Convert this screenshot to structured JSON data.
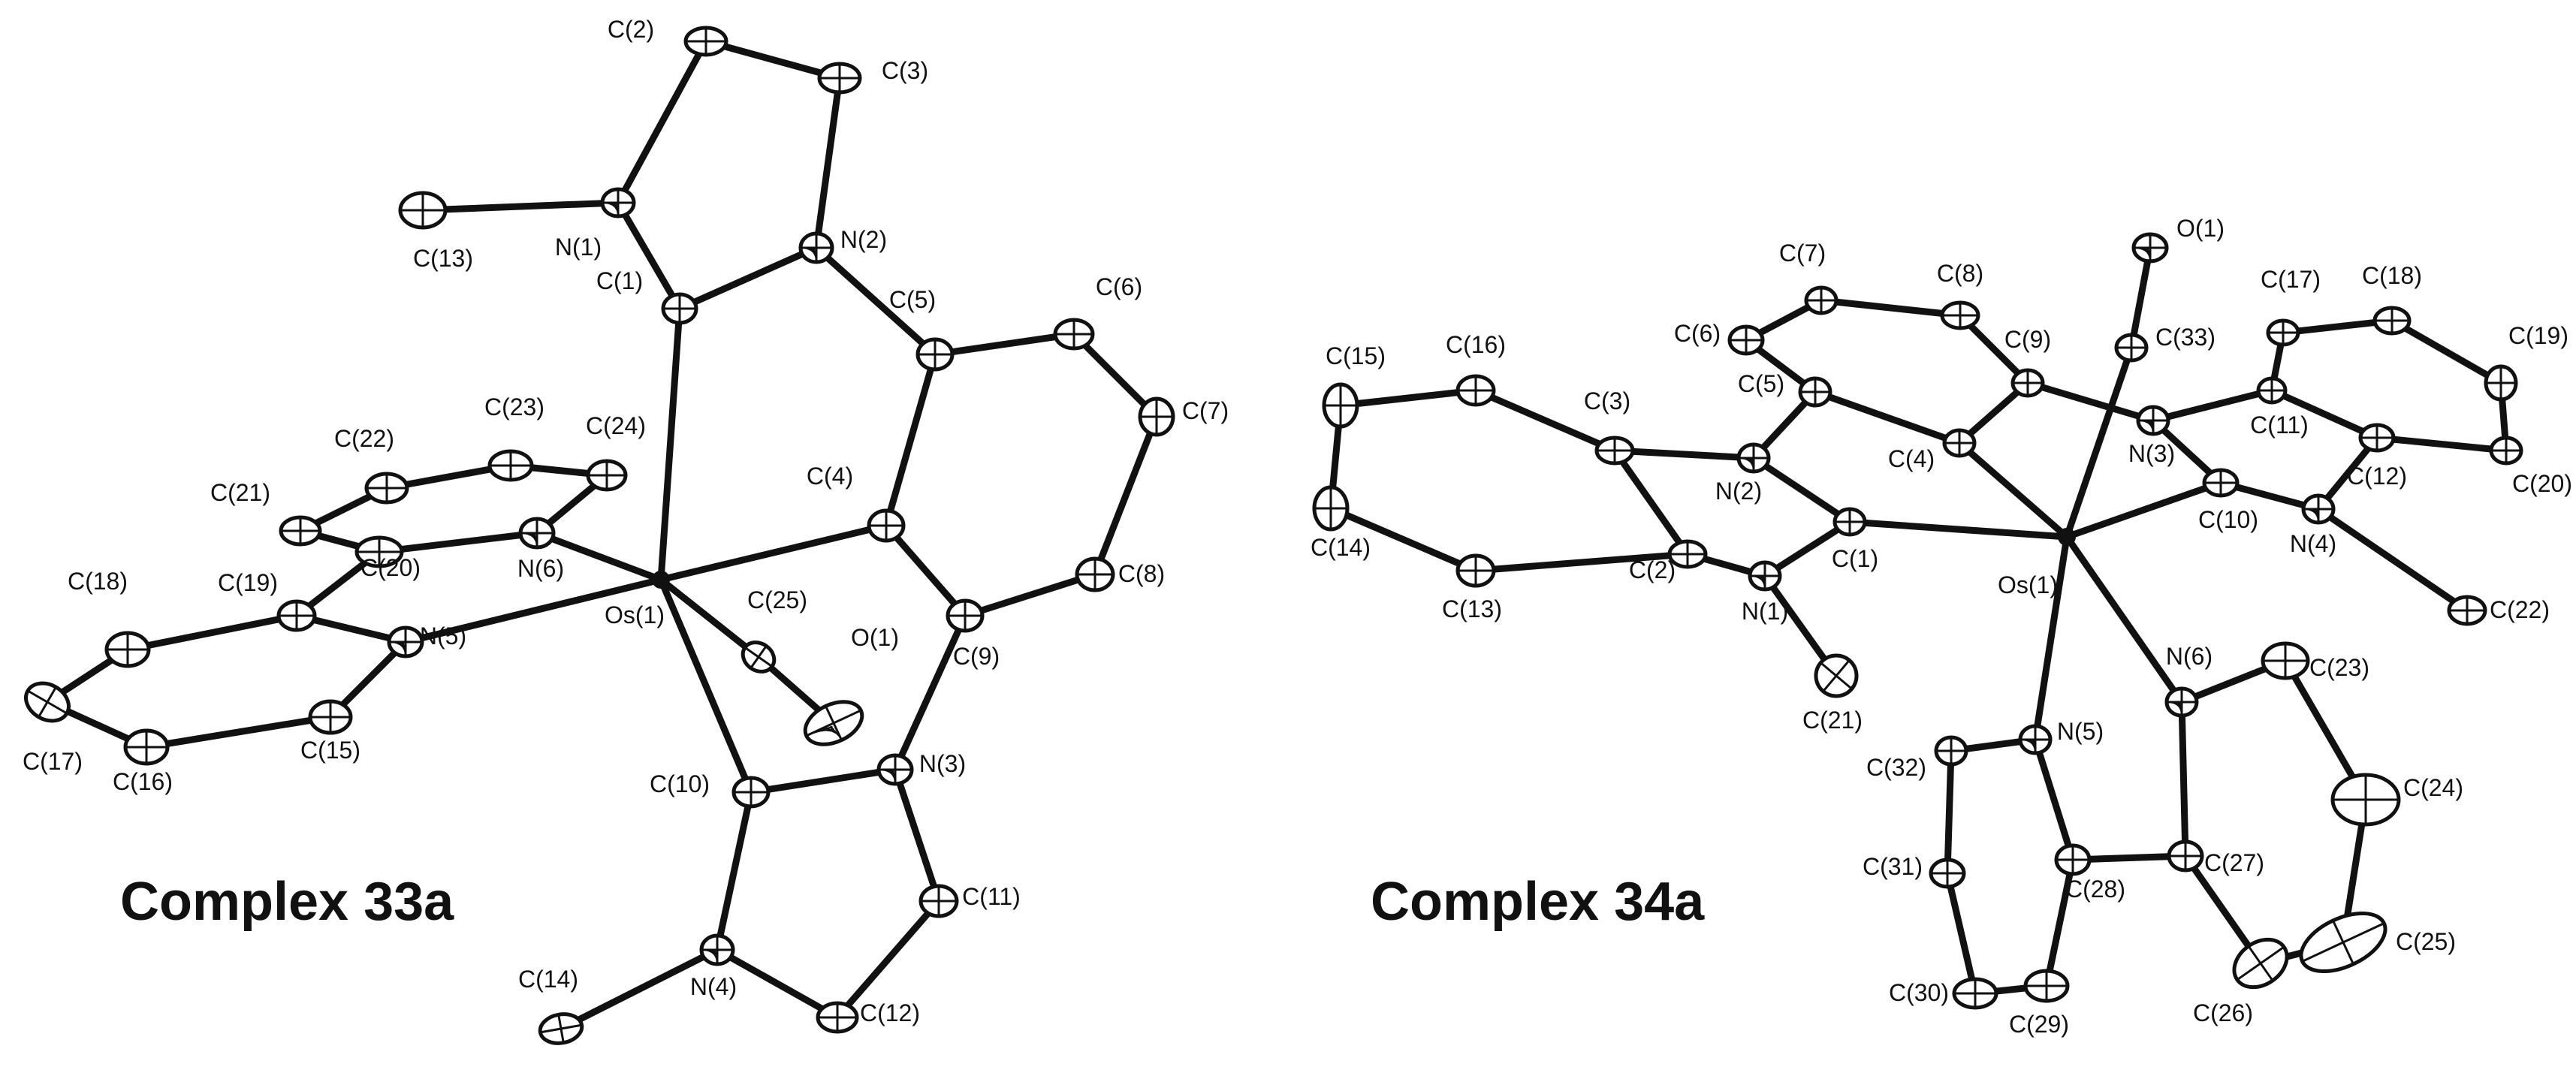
{
  "complexes": [
    {
      "title": "Complex 33a",
      "atoms": [
        {
          "id": "Os1",
          "label": "Os(1)",
          "kind": "metal"
        },
        {
          "id": "C1",
          "label": "C(1)"
        },
        {
          "id": "C2",
          "label": "C(2)"
        },
        {
          "id": "C3",
          "label": "C(3)"
        },
        {
          "id": "C4",
          "label": "C(4)"
        },
        {
          "id": "C5",
          "label": "C(5)"
        },
        {
          "id": "C6",
          "label": "C(6)"
        },
        {
          "id": "C7",
          "label": "C(7)"
        },
        {
          "id": "C8",
          "label": "C(8)"
        },
        {
          "id": "C9",
          "label": "C(9)"
        },
        {
          "id": "C10",
          "label": "C(10)"
        },
        {
          "id": "C11",
          "label": "C(11)"
        },
        {
          "id": "C12",
          "label": "C(12)"
        },
        {
          "id": "C13",
          "label": "C(13)"
        },
        {
          "id": "C14",
          "label": "C(14)"
        },
        {
          "id": "C15",
          "label": "C(15)"
        },
        {
          "id": "C16",
          "label": "C(16)"
        },
        {
          "id": "C17",
          "label": "C(17)"
        },
        {
          "id": "C18",
          "label": "C(18)"
        },
        {
          "id": "C19",
          "label": "C(19)"
        },
        {
          "id": "C20",
          "label": "C(20)"
        },
        {
          "id": "C21",
          "label": "C(21)"
        },
        {
          "id": "C22",
          "label": "C(22)"
        },
        {
          "id": "C23",
          "label": "C(23)"
        },
        {
          "id": "C24",
          "label": "C(24)"
        },
        {
          "id": "C25",
          "label": "C(25)"
        },
        {
          "id": "N1",
          "label": "N(1)",
          "kind": "N"
        },
        {
          "id": "N2",
          "label": "N(2)",
          "kind": "N"
        },
        {
          "id": "N3",
          "label": "N(3)",
          "kind": "N"
        },
        {
          "id": "N4",
          "label": "N(4)",
          "kind": "N"
        },
        {
          "id": "N5",
          "label": "N(5)",
          "kind": "N"
        },
        {
          "id": "N6",
          "label": "N(6)",
          "kind": "N"
        },
        {
          "id": "O1",
          "label": "O(1)",
          "kind": "O"
        }
      ]
    },
    {
      "title": "Complex 34a",
      "atoms": [
        {
          "id": "Os1",
          "label": "Os(1)",
          "kind": "metal"
        },
        {
          "id": "C1",
          "label": "C(1)"
        },
        {
          "id": "C2",
          "label": "C(2)"
        },
        {
          "id": "C3",
          "label": "C(3)"
        },
        {
          "id": "C4",
          "label": "C(4)"
        },
        {
          "id": "C5",
          "label": "C(5)"
        },
        {
          "id": "C6",
          "label": "C(6)"
        },
        {
          "id": "C7",
          "label": "C(7)"
        },
        {
          "id": "C8",
          "label": "C(8)"
        },
        {
          "id": "C9",
          "label": "C(9)"
        },
        {
          "id": "C10",
          "label": "C(10)"
        },
        {
          "id": "C11",
          "label": "C(11)"
        },
        {
          "id": "C12",
          "label": "C(12)"
        },
        {
          "id": "C13",
          "label": "C(13)"
        },
        {
          "id": "C14",
          "label": "C(14)"
        },
        {
          "id": "C15",
          "label": "C(15)"
        },
        {
          "id": "C16",
          "label": "C(16)"
        },
        {
          "id": "C17",
          "label": "C(17)"
        },
        {
          "id": "C18",
          "label": "C(18)"
        },
        {
          "id": "C19",
          "label": "C(19)"
        },
        {
          "id": "C20",
          "label": "C(20)"
        },
        {
          "id": "C21",
          "label": "C(21)"
        },
        {
          "id": "C22",
          "label": "C(22)"
        },
        {
          "id": "C23",
          "label": "C(23)"
        },
        {
          "id": "C24",
          "label": "C(24)"
        },
        {
          "id": "C25",
          "label": "C(25)"
        },
        {
          "id": "C26",
          "label": "C(26)"
        },
        {
          "id": "C27",
          "label": "C(27)"
        },
        {
          "id": "C28",
          "label": "C(28)"
        },
        {
          "id": "C29",
          "label": "C(29)"
        },
        {
          "id": "C30",
          "label": "C(30)"
        },
        {
          "id": "C31",
          "label": "C(31)"
        },
        {
          "id": "C32",
          "label": "C(32)"
        },
        {
          "id": "C33",
          "label": "C(33)"
        },
        {
          "id": "N1",
          "label": "N(1)",
          "kind": "N"
        },
        {
          "id": "N2",
          "label": "N(2)",
          "kind": "N"
        },
        {
          "id": "N3",
          "label": "N(3)",
          "kind": "N"
        },
        {
          "id": "N4",
          "label": "N(4)",
          "kind": "N"
        },
        {
          "id": "N5",
          "label": "N(5)",
          "kind": "N"
        },
        {
          "id": "N6",
          "label": "N(6)",
          "kind": "N"
        },
        {
          "id": "O1",
          "label": "O(1)",
          "kind": "O"
        }
      ]
    }
  ]
}
